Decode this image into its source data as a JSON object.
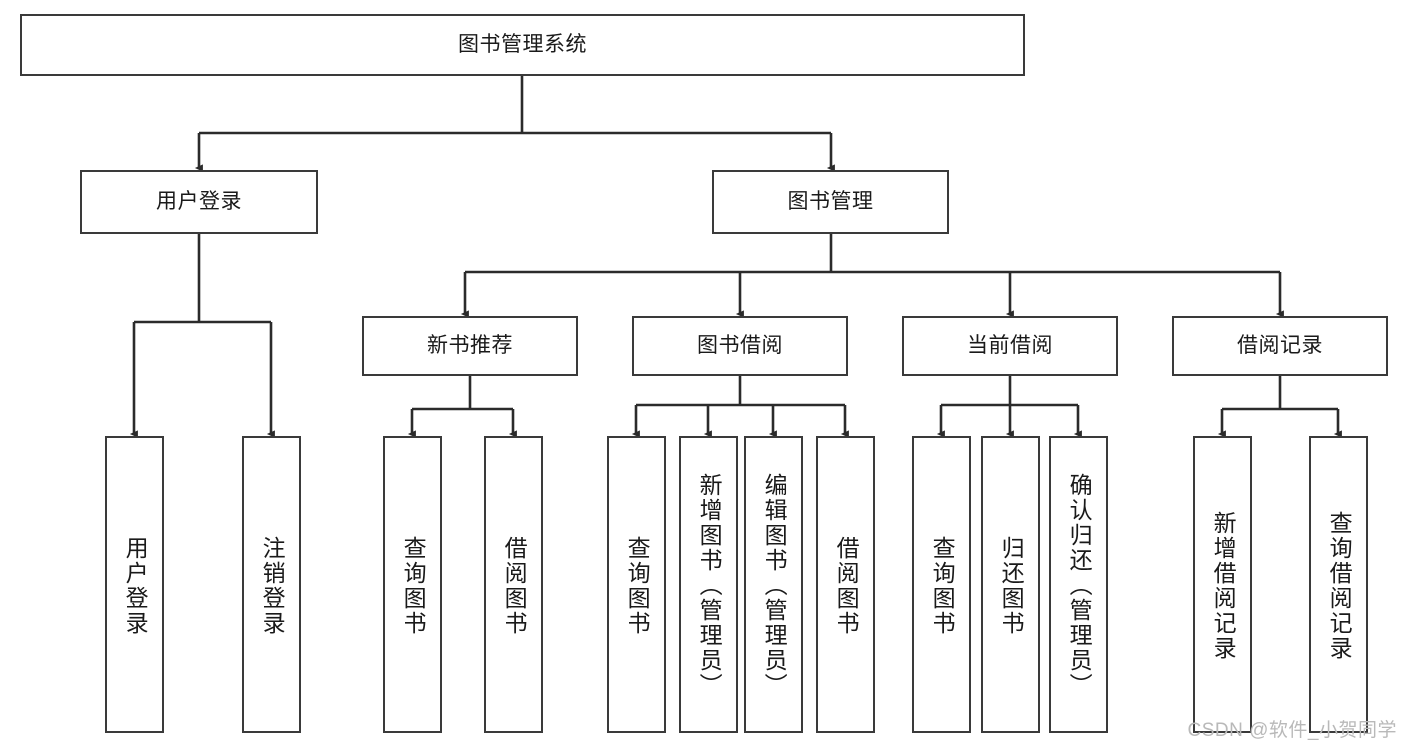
{
  "diagram": {
    "title": "图书管理系统",
    "watermark": "CSDN @软件_小贺同学",
    "colors": {
      "box_border": "#3a3a3a",
      "box_fill": "#ffffff",
      "edge": "#2b2b2b",
      "text": "#1a1a1a",
      "watermark": "#b9b9b9",
      "background": "#ffffff"
    },
    "root": {
      "label": "图书管理系统"
    },
    "level2": [
      {
        "label": "用户登录"
      },
      {
        "label": "图书管理"
      }
    ],
    "level3": [
      {
        "label": "新书推荐"
      },
      {
        "label": "图书借阅"
      },
      {
        "label": "当前借阅"
      },
      {
        "label": "借阅记录"
      }
    ],
    "leaves": {
      "user_login": [
        {
          "label": "用户登录"
        },
        {
          "label": "注销登录"
        }
      ],
      "new_book_recommend": [
        {
          "label": "查询图书"
        },
        {
          "label": "借阅图书"
        }
      ],
      "book_borrow": [
        {
          "label": "查询图书"
        },
        {
          "label": "新增图书（管理员）"
        },
        {
          "label": "编辑图书（管理员）"
        },
        {
          "label": "借阅图书"
        }
      ],
      "current_borrow": [
        {
          "label": "查询图书"
        },
        {
          "label": "归还图书"
        },
        {
          "label": "确认归还（管理员）"
        }
      ],
      "borrow_record": [
        {
          "label": "新增借阅记录"
        },
        {
          "label": "查询借阅记录"
        }
      ]
    }
  }
}
